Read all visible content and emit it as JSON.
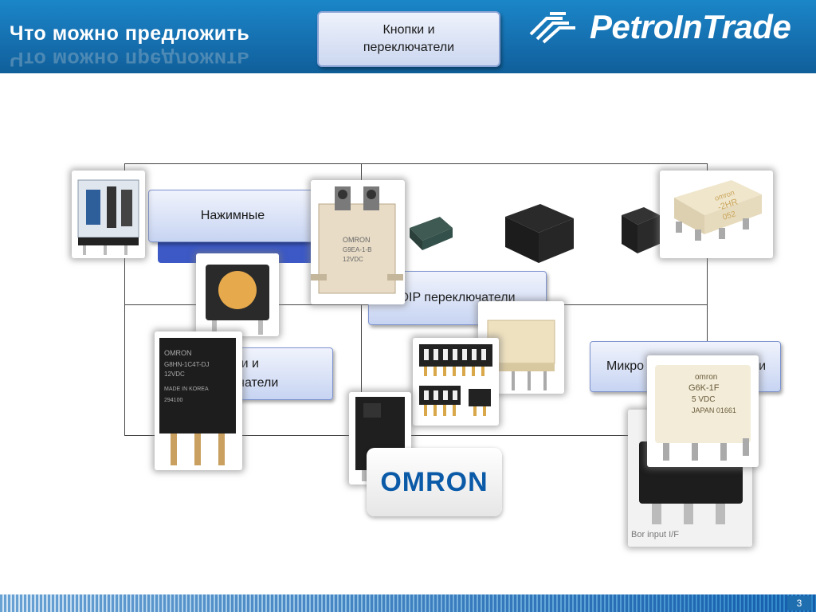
{
  "header": {
    "title": "Что можно предложить",
    "title_reflection": "Что можно предложить",
    "topic_box": "Кнопки и переключатели",
    "logo": {
      "name": "PetroInTrade",
      "icon": "petrointrade-logo-icon"
    }
  },
  "categories": {
    "push": "Нажимные",
    "dip": "DIP переключатели",
    "buttons_switches": "пки и\nючатели",
    "micro": "Микро",
    "micro_suffix": "и"
  },
  "brand": {
    "omron": "OMRON"
  },
  "product_labels": {
    "relay_g9ea": "OMRON\nG9EA-1-B\n12VDC",
    "relay_g8hn": "OMRON\nG8HN-1C4T-DJ\n12VDC\nMADE IN KOREA\n294100",
    "relay_g6k": "omron\nG6K-1F\n5 VDC\nJAPAN 01661",
    "relay_beige": "omron\n-2HR\n052",
    "micro_switch_text": "Bor  input  I/F"
  },
  "footer": {
    "page_number": "3"
  },
  "colors": {
    "header_blue": "#1670b0",
    "box_fill": "#c7d4f2",
    "box_border": "#7d93cf",
    "omron_blue": "#0a5aa8"
  }
}
